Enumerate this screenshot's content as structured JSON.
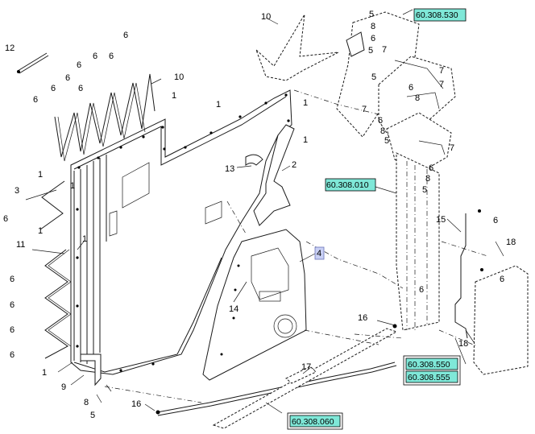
{
  "diagram": {
    "references": {
      "ref_top": "60.308.530",
      "ref_mid": "60.308.010",
      "ref_low1": "60.308.550",
      "ref_low2": "60.308.555",
      "ref_bottom": "60.308.060"
    },
    "highlighted_callout": "4",
    "callouts": {
      "c1": "1",
      "c2": "2",
      "c3": "3",
      "c4": "4",
      "c5": "5",
      "c6": "6",
      "c7": "7",
      "c8": "8",
      "c9": "9",
      "c10": "10",
      "c11": "11",
      "c12": "12",
      "c13": "13",
      "c14": "14",
      "c15": "15",
      "c16": "16",
      "c17": "17",
      "c18": "18"
    },
    "colors": {
      "reference_fill": "#7fe8d8",
      "highlight_fill": "#c9d0f5",
      "line": "#1a1a1a"
    }
  }
}
